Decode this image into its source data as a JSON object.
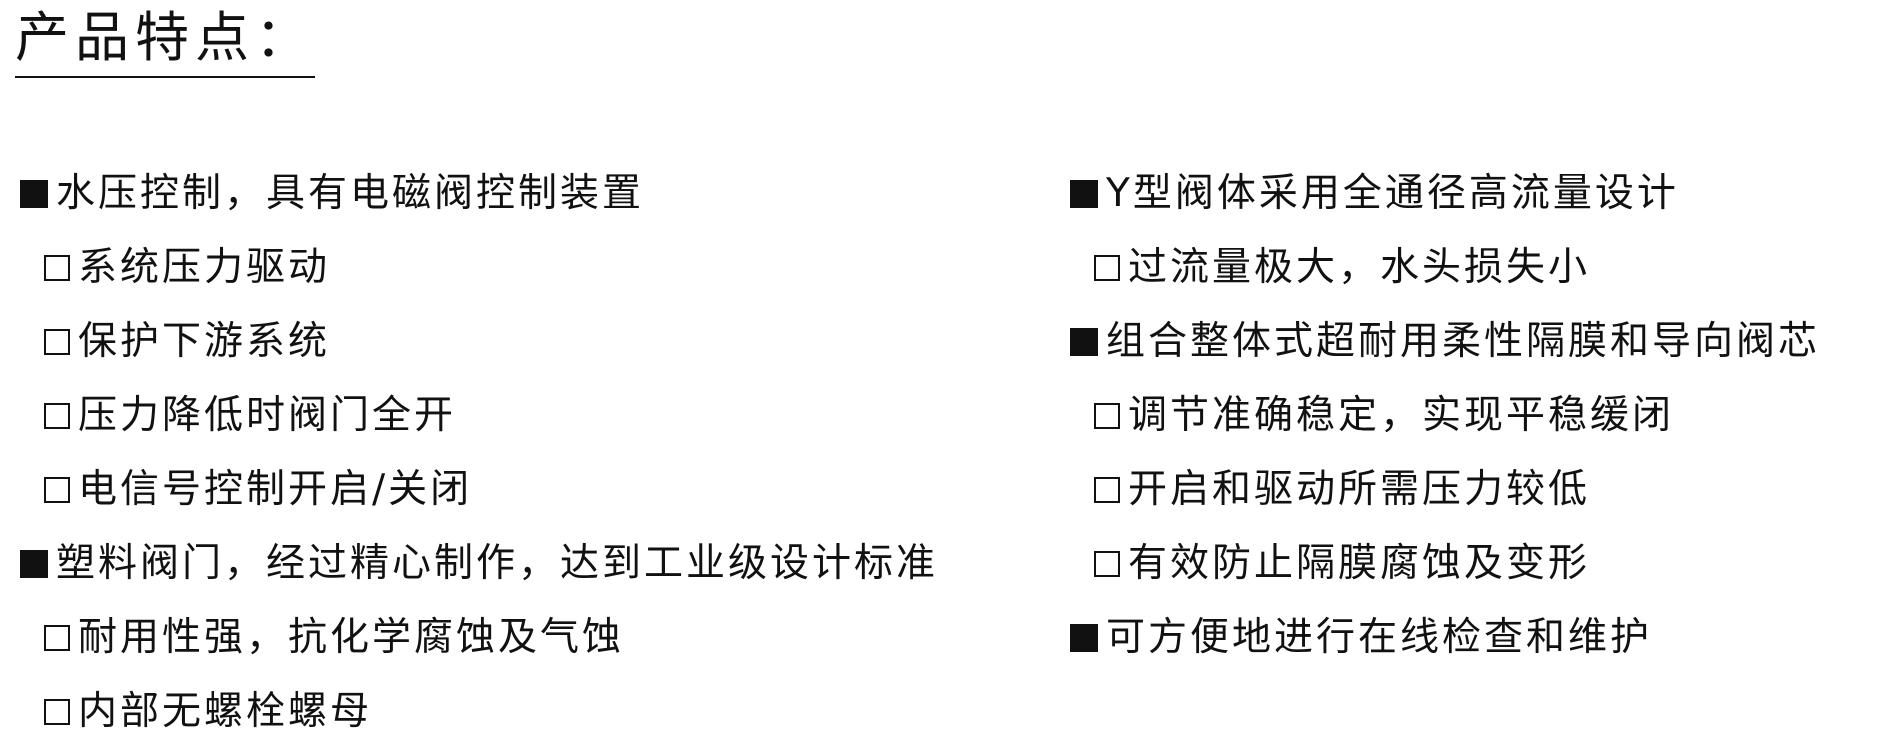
{
  "page": {
    "title": "产品特点："
  },
  "features": {
    "left": [
      {
        "level": "main",
        "text": "水压控制，具有电磁阀控制装置"
      },
      {
        "level": "sub",
        "text": "系统压力驱动"
      },
      {
        "level": "sub",
        "text": "保护下游系统"
      },
      {
        "level": "sub",
        "text": "压力降低时阀门全开"
      },
      {
        "level": "sub",
        "text": "电信号控制开启/关闭"
      },
      {
        "level": "main",
        "text": "塑料阀门，经过精心制作，达到工业级设计标准"
      },
      {
        "level": "sub",
        "text": "耐用性强，抗化学腐蚀及气蚀"
      },
      {
        "level": "sub",
        "text": "内部无螺栓螺母"
      }
    ],
    "right": [
      {
        "level": "main",
        "text": "Y型阀体采用全通径高流量设计"
      },
      {
        "level": "sub",
        "text": "过流量极大，水头损失小"
      },
      {
        "level": "main",
        "text": "组合整体式超耐用柔性隔膜和导向阀芯"
      },
      {
        "level": "sub",
        "text": "调节准确稳定，实现平稳缓闭"
      },
      {
        "level": "sub",
        "text": "开启和驱动所需压力较低"
      },
      {
        "level": "sub",
        "text": "有效防止隔膜腐蚀及变形"
      },
      {
        "level": "main",
        "text": "可方便地进行在线检查和维护"
      }
    ]
  }
}
